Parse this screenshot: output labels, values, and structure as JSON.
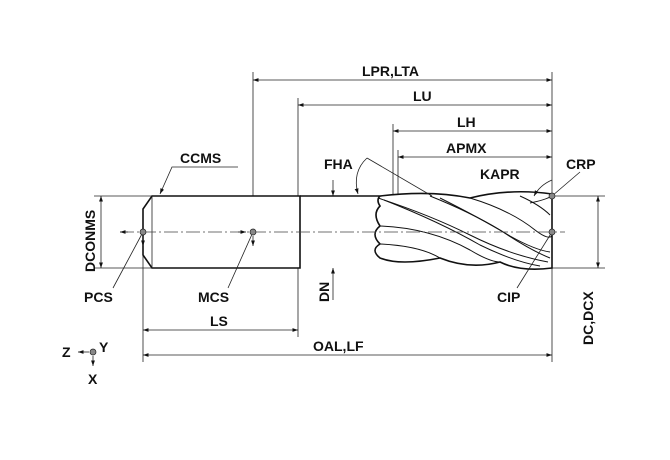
{
  "labels": {
    "lpr_lta": "LPR,LTA",
    "lu": "LU",
    "lh": "LH",
    "apmx": "APMX",
    "ccms": "CCMS",
    "fha": "FHA",
    "kapr": "KAPR",
    "crp": "CRP",
    "dconms": "DCONMS",
    "pcs": "PCS",
    "mcs": "MCS",
    "dn": "DN",
    "cip": "CIP",
    "dc_dcx": "DC,DCX",
    "ls": "LS",
    "oal_lf": "OAL,LF"
  },
  "axes": {
    "z": "Z",
    "y": "Y",
    "x": "X"
  },
  "colors": {
    "line": "#111111",
    "point": "#888888"
  }
}
